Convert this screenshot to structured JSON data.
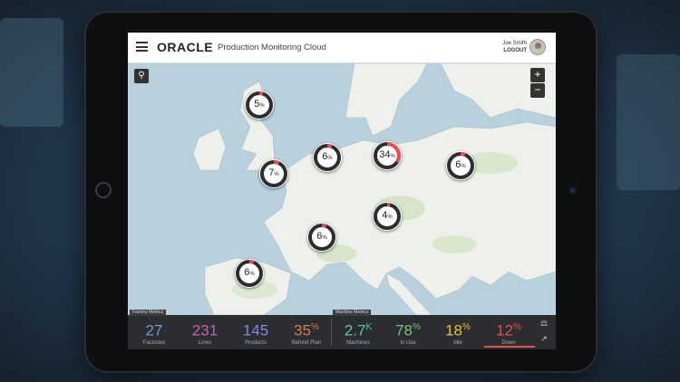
{
  "header": {
    "logo": "ORACLE",
    "title": "Production Monitoring Cloud",
    "user_name": "Joe Smith",
    "logout_label": "LOGOUT"
  },
  "map": {
    "zoom_in": "+",
    "zoom_out": "−",
    "markers": [
      {
        "value": "5",
        "unit": "%",
        "fill": 0.05
      },
      {
        "value": "7",
        "unit": "%",
        "fill": 0.07
      },
      {
        "value": "6",
        "unit": "%",
        "fill": 0.06
      },
      {
        "value": "34",
        "unit": "%",
        "fill": 0.34
      },
      {
        "value": "6",
        "unit": "%",
        "fill": 0.06
      },
      {
        "value": "4",
        "unit": "%",
        "fill": 0.04
      },
      {
        "value": "6",
        "unit": "%",
        "fill": 0.06
      },
      {
        "value": "6",
        "unit": "%",
        "fill": 0.06
      }
    ]
  },
  "factory_metrics": {
    "tab_label": "Factory Metrics",
    "items": [
      {
        "value": "27",
        "unit": "",
        "label": "Factories",
        "color": "#6a9fd8"
      },
      {
        "value": "231",
        "unit": "",
        "label": "Lines",
        "color": "#c461b4"
      },
      {
        "value": "145",
        "unit": "",
        "label": "Products",
        "color": "#8b85d6"
      },
      {
        "value": "35",
        "unit": "%",
        "label": "Behind Plan",
        "color": "#e07b47"
      }
    ]
  },
  "machine_metrics": {
    "tab_label": "Machine Metrics",
    "items": [
      {
        "value": "2.7",
        "unit": "K",
        "label": "Machines",
        "color": "#5bc3b5"
      },
      {
        "value": "78",
        "unit": "%",
        "label": "In Use",
        "color": "#7cc36a"
      },
      {
        "value": "18",
        "unit": "%",
        "label": "Idle",
        "color": "#e6c23a"
      },
      {
        "value": "12",
        "unit": "%",
        "label": "Down",
        "color": "#e0524f"
      }
    ]
  },
  "colors": {
    "ring_accent": "#e0524f",
    "ring_base": "#2b2d31"
  }
}
